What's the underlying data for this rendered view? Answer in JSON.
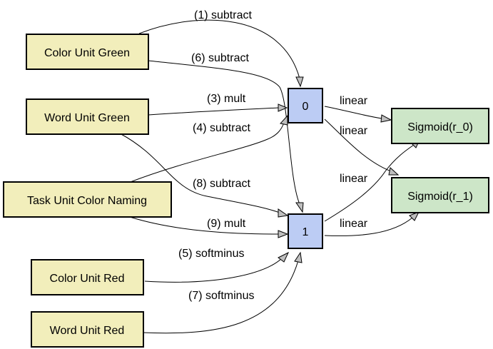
{
  "colors": {
    "input_fill": "#f2eebb",
    "hidden_fill": "#bcccf4",
    "output_fill": "#cde6c8",
    "stroke": "#000000",
    "arrowhead": "#bfbfbf"
  },
  "nodes": {
    "color_green": "Color Unit Green",
    "word_green": "Word Unit Green",
    "task_color": "Task Unit Color Naming",
    "color_red": "Color Unit Red",
    "word_red": "Word Unit Red",
    "hidden_0": "0",
    "hidden_1": "1",
    "sigmoid_0": "Sigmoid(r_0)",
    "sigmoid_1": "Sigmoid(r_1)"
  },
  "edges": {
    "e1": "(1) subtract",
    "e6": "(6) subtract",
    "e3": "(3) mult",
    "e4": "(4) subtract",
    "e8": "(8) subtract",
    "e9": "(9) mult",
    "e5": "(5) softminus",
    "e7": "(7) softminus",
    "lin_00": "linear",
    "lin_01": "linear",
    "lin_10": "linear",
    "lin_11": "linear"
  }
}
